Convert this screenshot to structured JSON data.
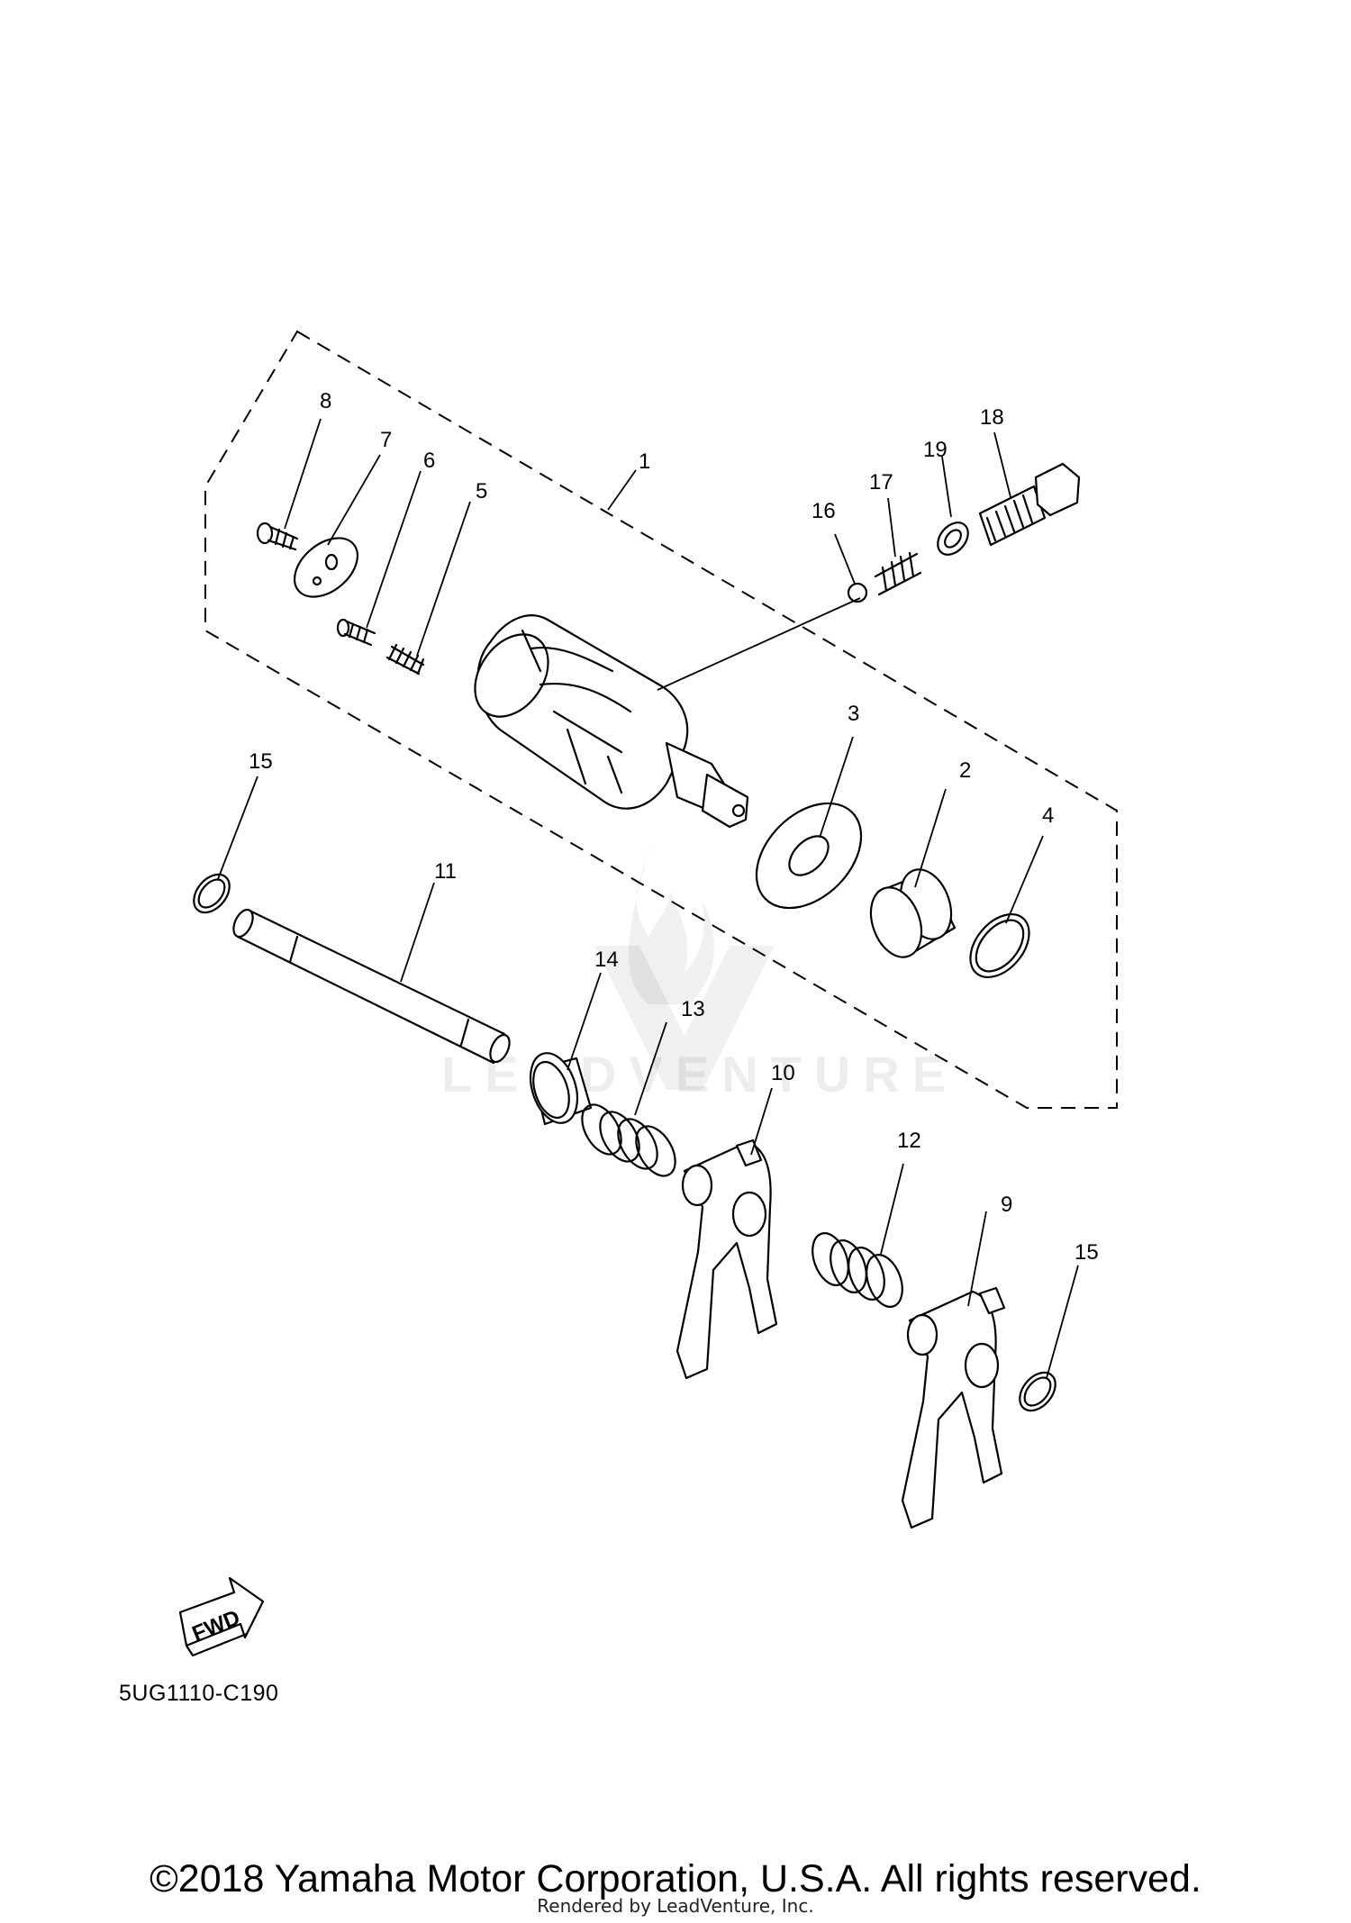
{
  "diagram": {
    "callouts": [
      "1",
      "2",
      "3",
      "4",
      "5",
      "6",
      "7",
      "8",
      "9",
      "10",
      "11",
      "12",
      "13",
      "14",
      "15",
      "16",
      "17",
      "18",
      "19"
    ],
    "fwd_label": "FWD",
    "diagram_code": "5UG1110-C190"
  },
  "watermark": {
    "text": "LEADVENTURE"
  },
  "footer": {
    "copyright": "©2018 Yamaha Motor Corporation, U.S.A. All rights reserved.",
    "rendered_by": "Rendered by LeadVenture, Inc."
  }
}
